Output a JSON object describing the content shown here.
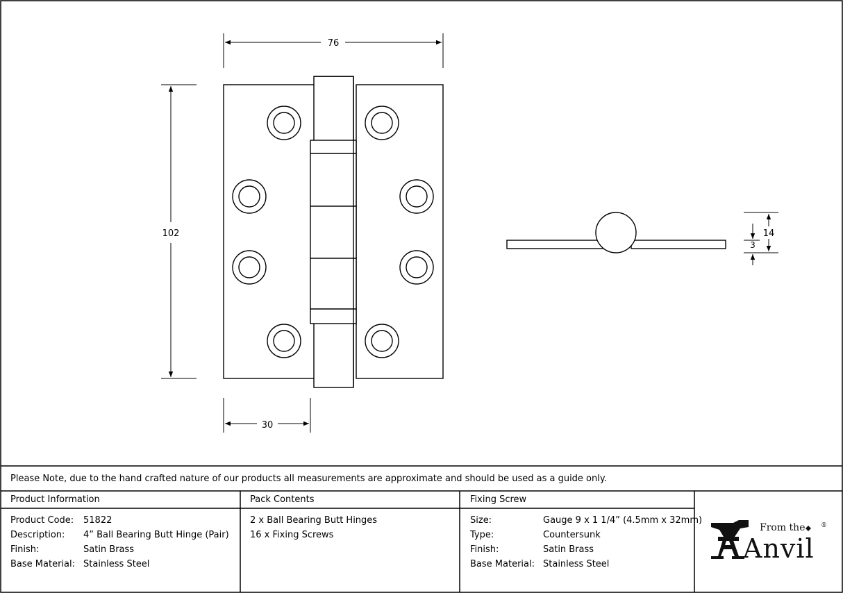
{
  "drawing": {
    "dimensions": {
      "width_top": "76",
      "height_left": "102",
      "knuckle_offset": "30",
      "side_total": "14",
      "side_leaf": "3"
    }
  },
  "footer": {
    "note": "Please Note, due to the hand crafted nature of our products all measurements are approximate and should be used as a guide only.",
    "product_info": {
      "title": "Product Information",
      "rows": [
        {
          "label": "Product Code:",
          "value": "51822"
        },
        {
          "label": "Description:",
          "value": "4” Ball Bearing Butt Hinge (Pair)"
        },
        {
          "label": "Finish:",
          "value": "Satin Brass"
        },
        {
          "label": "Base Material:",
          "value": "Stainless Steel"
        }
      ]
    },
    "pack_contents": {
      "title": "Pack Contents",
      "items": [
        "2 x Ball Bearing Butt Hinges",
        "16 x Fixing Screws"
      ]
    },
    "fixing_screw": {
      "title": "Fixing Screw",
      "rows": [
        {
          "label": "Size:",
          "value": "Gauge 9 x 1 1/4” (4.5mm x 32mm)"
        },
        {
          "label": "Type:",
          "value": "Countersunk"
        },
        {
          "label": "Finish:",
          "value": "Satin Brass"
        },
        {
          "label": "Base Material:",
          "value": "Stainless Steel"
        }
      ]
    },
    "logo": {
      "from_the": "From the",
      "brand": "Anvil",
      "mark": "®"
    }
  }
}
